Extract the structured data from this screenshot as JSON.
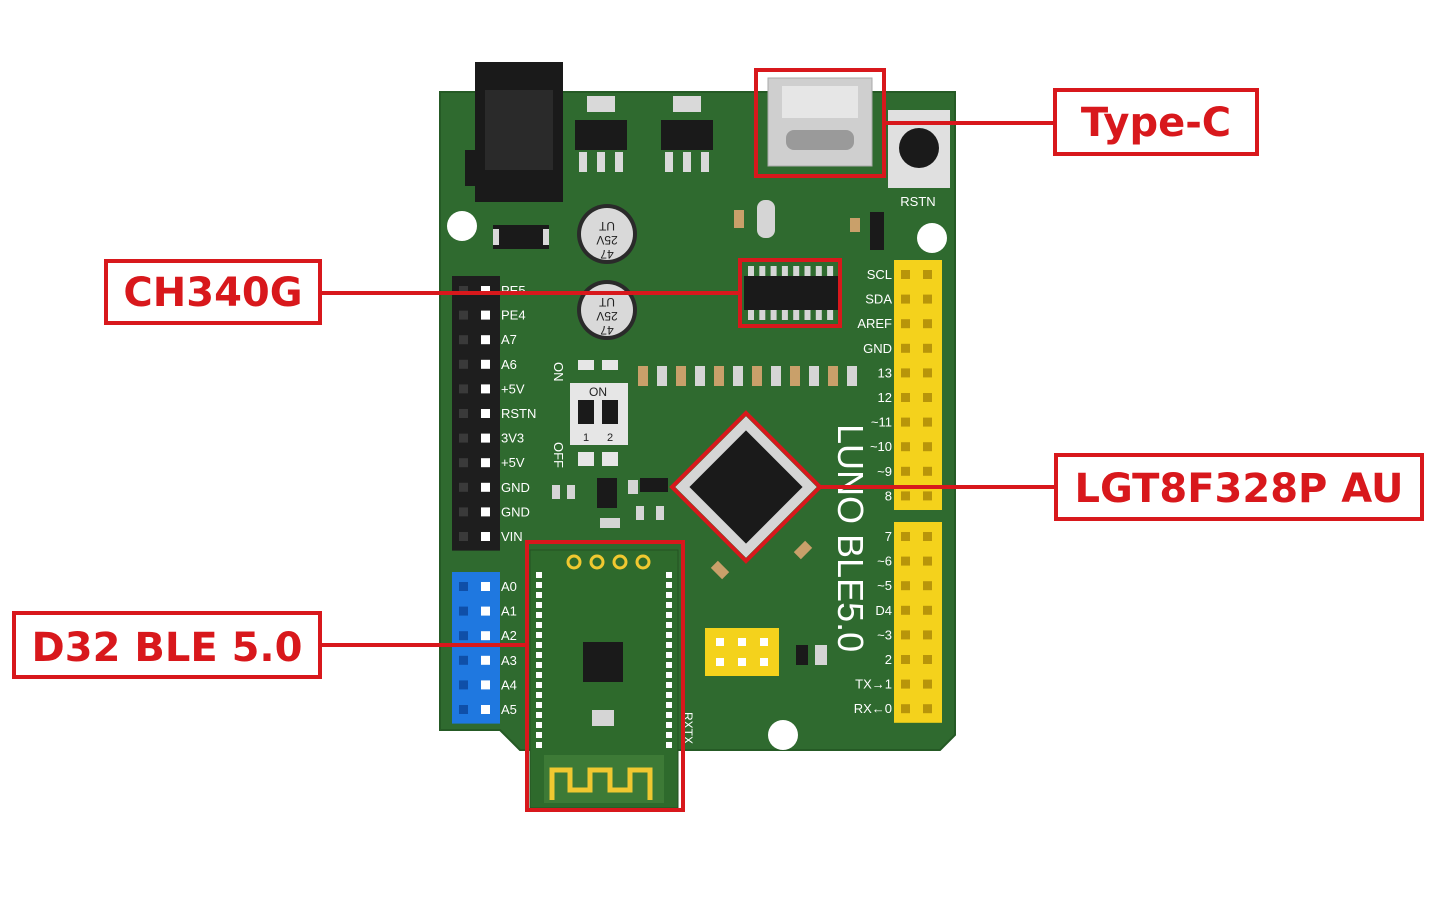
{
  "board": {
    "name": "LUNO BLE5.0",
    "reset_label": "RSTN",
    "switch": {
      "on": "ON",
      "off": "OFF",
      "pos1": "1",
      "pos2": "2"
    },
    "capacitor_text": [
      "47",
      "25V",
      "UT"
    ],
    "module_label": "RXTX",
    "left_header_pins": [
      "PE5",
      "PE4",
      "A7",
      "A6",
      "+5V",
      "RSTN",
      "3V3",
      "+5V",
      "GND",
      "GND",
      "VIN"
    ],
    "analog_pins": [
      "A0",
      "A1",
      "A2",
      "A3",
      "A4",
      "A5"
    ],
    "right_upper_pins": [
      "SCL",
      "SDA",
      "AREF",
      "GND",
      "13",
      "12",
      "~11",
      "~10",
      "~9",
      "8"
    ],
    "right_lower_pins": [
      "7",
      "~6",
      "~5",
      "D4",
      "~3",
      "2",
      "TX→1",
      "RX←0"
    ]
  },
  "callouts": {
    "type_c": "Type-C",
    "ch340g": "CH340G",
    "mcu": "LGT8F328P AU",
    "ble": "D32 BLE 5.0"
  },
  "colors": {
    "pcb": "#2f6a2f",
    "callout": "#d8181c",
    "header_yellow": "#f4d21c",
    "header_blue": "#1f78e0",
    "header_black": "#1e1e1e"
  }
}
